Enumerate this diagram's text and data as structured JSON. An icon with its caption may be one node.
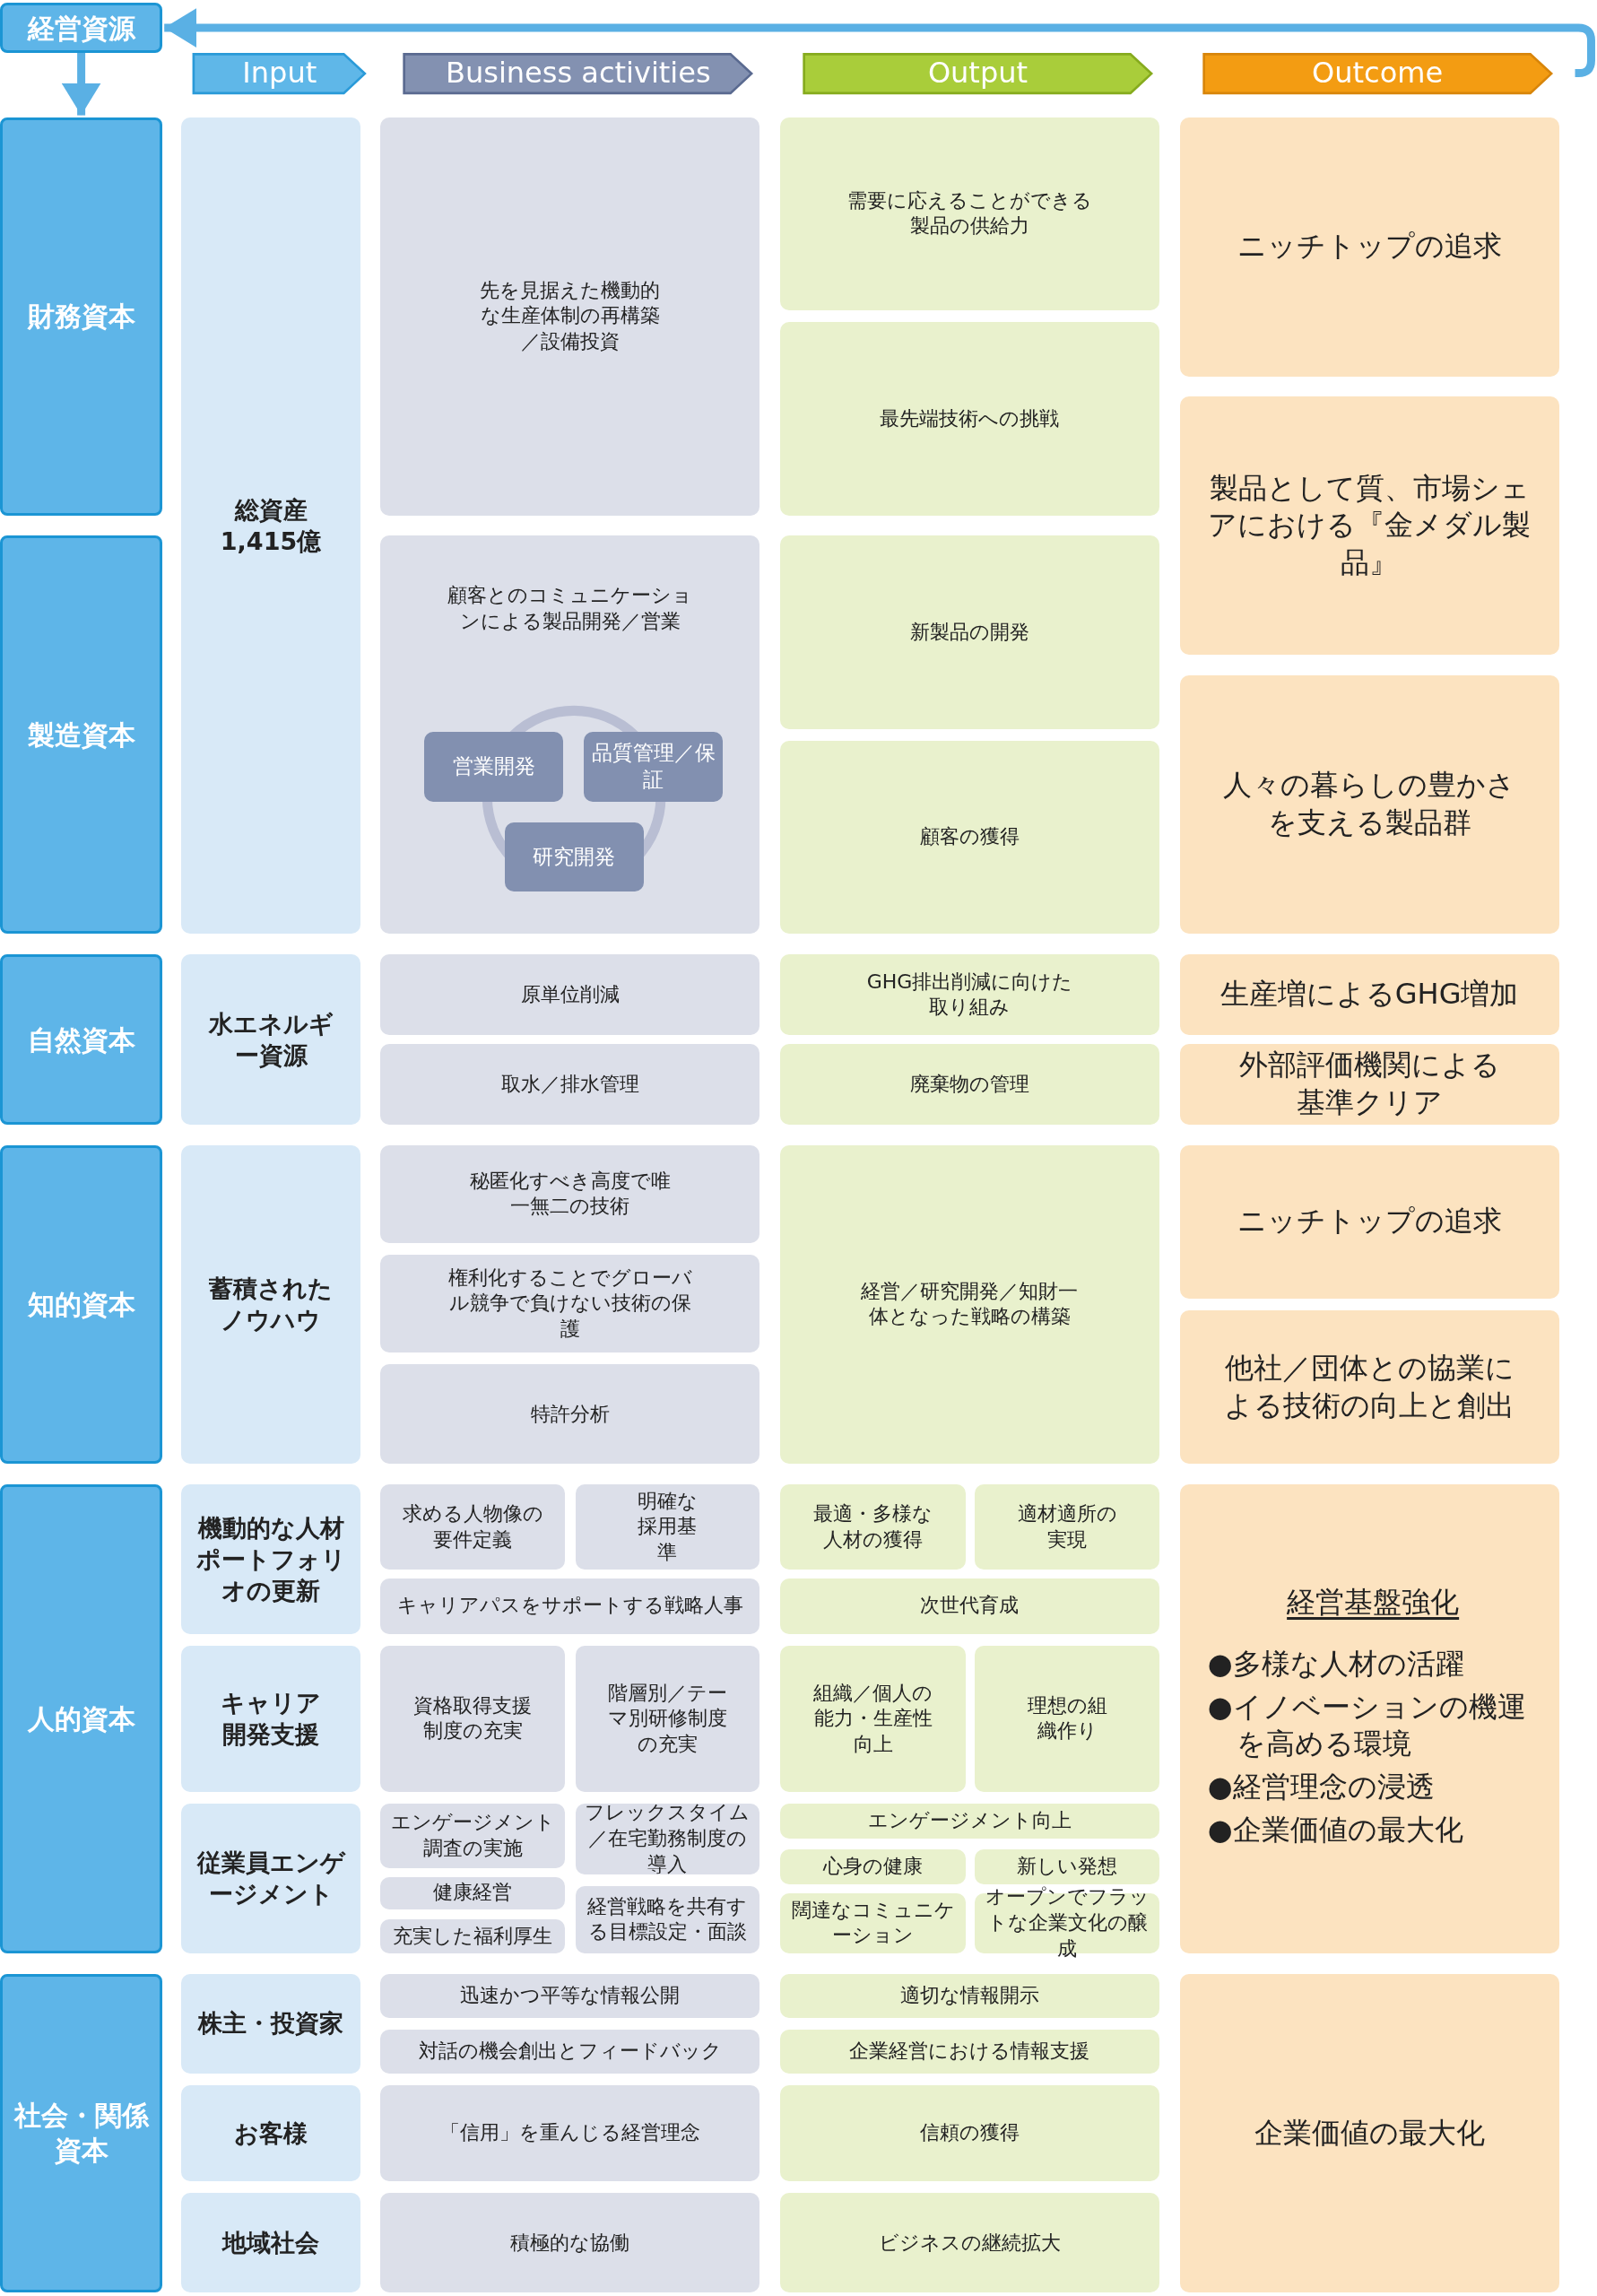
{
  "diagram": {
    "nodes": [
      {
        "text": [
          "経営資源"
        ]
      },
      {
        "text": [
          "Input"
        ]
      },
      {
        "text": [
          "Business activities"
        ]
      },
      {
        "text": [
          "Output"
        ]
      },
      {
        "text": [
          "Outcome"
        ]
      },
      {
        "text": [
          "財務資本"
        ]
      },
      {
        "text": [
          "製造資本"
        ]
      },
      {
        "text": [
          "自然資本"
        ]
      },
      {
        "text": [
          "知的資本"
        ]
      },
      {
        "text": [
          "人的資本"
        ]
      },
      {
        "text": [
          "社会・関係資本"
        ]
      },
      {
        "text": [
          "総資産",
          "1,415億"
        ]
      },
      {
        "text": [
          "水エネルギー資源"
        ]
      },
      {
        "text": [
          "蓄積されたノウハウ"
        ]
      },
      {
        "text": [
          "機動的な人材ポートフォリオの更新"
        ]
      },
      {
        "text": [
          "キャリア開発支援"
        ]
      },
      {
        "text": [
          "従業員エンゲージメント"
        ]
      },
      {
        "text": [
          "株主・投資家"
        ]
      },
      {
        "text": [
          "お客様"
        ]
      },
      {
        "text": [
          "地域社会"
        ]
      },
      {
        "text": [
          "先を見据えた機動的な生産体制の再構築／設備投資"
        ]
      },
      {
        "text": [
          "顧客とのコミュニケーションによる製品開発／営業"
        ]
      },
      {
        "text": [
          "営業開発"
        ],
        "in": 21
      },
      {
        "text": [
          "品質管理／保証"
        ],
        "in": 21
      },
      {
        "text": [
          "研究開発"
        ],
        "in": 21
      },
      {
        "text": [
          "原単位削減"
        ]
      },
      {
        "text": [
          "取水／排水管理"
        ]
      },
      {
        "text": [
          "秘匿化すべき高度で唯一無二の技術"
        ]
      },
      {
        "text": [
          "権利化することでグローバル競争で負けない技術の保護"
        ]
      },
      {
        "text": [
          "特許分析"
        ]
      },
      {
        "text": [
          "求める人物像の要件定義"
        ]
      },
      {
        "text": [
          "明確な採用基準"
        ]
      },
      {
        "text": [
          "キャリアパスをサポートする戦略人事"
        ]
      },
      {
        "text": [
          "資格取得支援制度の充実"
        ]
      },
      {
        "text": [
          "階層別／テーマ別研修制度の充実"
        ]
      },
      {
        "text": [
          "エンゲージメント調査の実施"
        ]
      },
      {
        "text": [
          "健康経営"
        ]
      },
      {
        "text": [
          "充実した福利厚生"
        ]
      },
      {
        "text": [
          "フレックスタイム／在宅勤務制度の導入"
        ]
      },
      {
        "text": [
          "経営戦略を共有する目標設定・面談"
        ]
      },
      {
        "text": [
          "迅速かつ平等な情報公開"
        ]
      },
      {
        "text": [
          "対話の機会創出とフィードバック"
        ]
      },
      {
        "text": [
          "「信用」を重んじる経営理念"
        ]
      },
      {
        "text": [
          "積極的な協働"
        ]
      },
      {
        "text": [
          "需要に応えることができる製品の供給力"
        ]
      },
      {
        "text": [
          "最先端技術への挑戦"
        ]
      },
      {
        "text": [
          "新製品の開発"
        ]
      },
      {
        "text": [
          "顧客の獲得"
        ]
      },
      {
        "text": [
          "GHG排出削減に向けた取り組み"
        ]
      },
      {
        "text": [
          "廃棄物の管理"
        ]
      },
      {
        "text": [
          "経営／研究開発／知財一体となった戦略の構築"
        ]
      },
      {
        "text": [
          "最適・多様な人材の獲得"
        ]
      },
      {
        "text": [
          "適材適所の実現"
        ]
      },
      {
        "text": [
          "次世代育成"
        ]
      },
      {
        "text": [
          "組織／個人の能力・生産性向上"
        ]
      },
      {
        "text": [
          "理想の組織作り"
        ]
      },
      {
        "text": [
          "エンゲージメント向上"
        ]
      },
      {
        "text": [
          "心身の健康"
        ]
      },
      {
        "text": [
          "新しい発想"
        ]
      },
      {
        "text": [
          "闊達なコミュニケーション"
        ]
      },
      {
        "text": [
          "オープンでフラットな企業文化の醸成"
        ]
      },
      {
        "text": [
          "適切な情報開示"
        ]
      },
      {
        "text": [
          "企業経営における情報支援"
        ]
      },
      {
        "text": [
          "信頼の獲得"
        ]
      },
      {
        "text": [
          "ビジネスの継続拡大"
        ]
      },
      {
        "text": [
          "ニッチトップの追求"
        ]
      },
      {
        "text": [
          "製品として質、市場シェアにおける『金メダル製品』"
        ]
      },
      {
        "text": [
          "人々の暮らしの豊かさを支える製品群"
        ]
      },
      {
        "text": [
          "生産増によるGHG増加"
        ]
      },
      {
        "text": [
          "外部評価機関による基準クリア"
        ]
      },
      {
        "text": [
          "ニッチトップの追求"
        ]
      },
      {
        "text": [
          "他社／団体との協業による技術の向上と創出"
        ]
      },
      {
        "text": [
          "経営基盤強化",
          "●多様な人材の活躍",
          "●イノベーションの機運を高める環境",
          "●経営理念の浸透",
          "●企業価値の最大化"
        ]
      },
      {
        "text": [
          "企業価値の最大化"
        ]
      },
      {
        "text": [],
        "shape": "circle",
        "in": 21
      }
    ],
    "edges": [
      {
        "from": 4,
        "to": 0,
        "arrow": "to"
      },
      {
        "from": 0,
        "to": 5,
        "arrow": "to"
      }
    ]
  }
}
